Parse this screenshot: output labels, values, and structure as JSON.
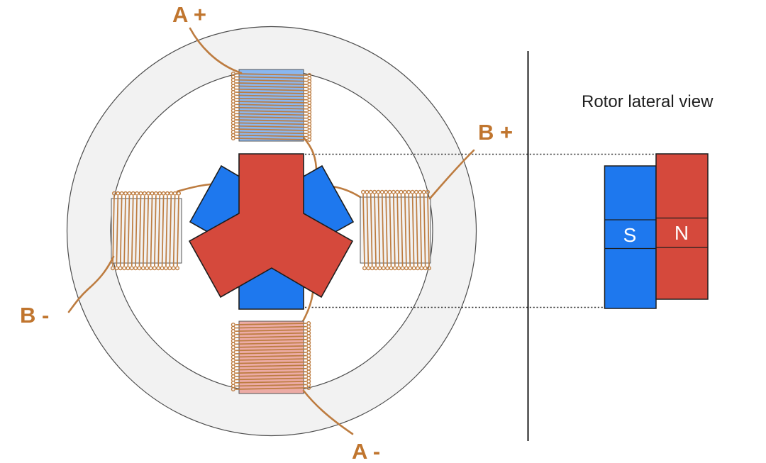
{
  "diagram": {
    "phase_labels": {
      "a_plus": "A +",
      "b_plus": "B +",
      "b_minus": "B -",
      "a_minus": "A -"
    },
    "lateral_view": {
      "title": "Rotor lateral view",
      "south": "S",
      "north": "N"
    },
    "coils": {
      "top": {
        "turns": 22
      },
      "bottom": {
        "turns": 21
      },
      "left": {
        "turns": 18
      },
      "right": {
        "turns": 18
      }
    },
    "colors": {
      "background": "#ffffff",
      "rotor_north_red": "#d5493c",
      "rotor_south_blue": "#1e78ee",
      "coil_core_top_blue": "#8ab7ef",
      "coil_core_bottom_pink": "#ecaba5",
      "coil_core_side_gray": "#f2f2f2",
      "stator_ring_fill": "#f2f2f2",
      "stator_outline": "#4d4d4d",
      "winding_wire": "#bd7c40",
      "phase_label_text": "#c0752e",
      "title_text": "#1f1f1f",
      "shape_outline": "#1e1e1e",
      "dotted_line": "#3a3a3a",
      "magnet_label_text": "#ffffff"
    }
  }
}
